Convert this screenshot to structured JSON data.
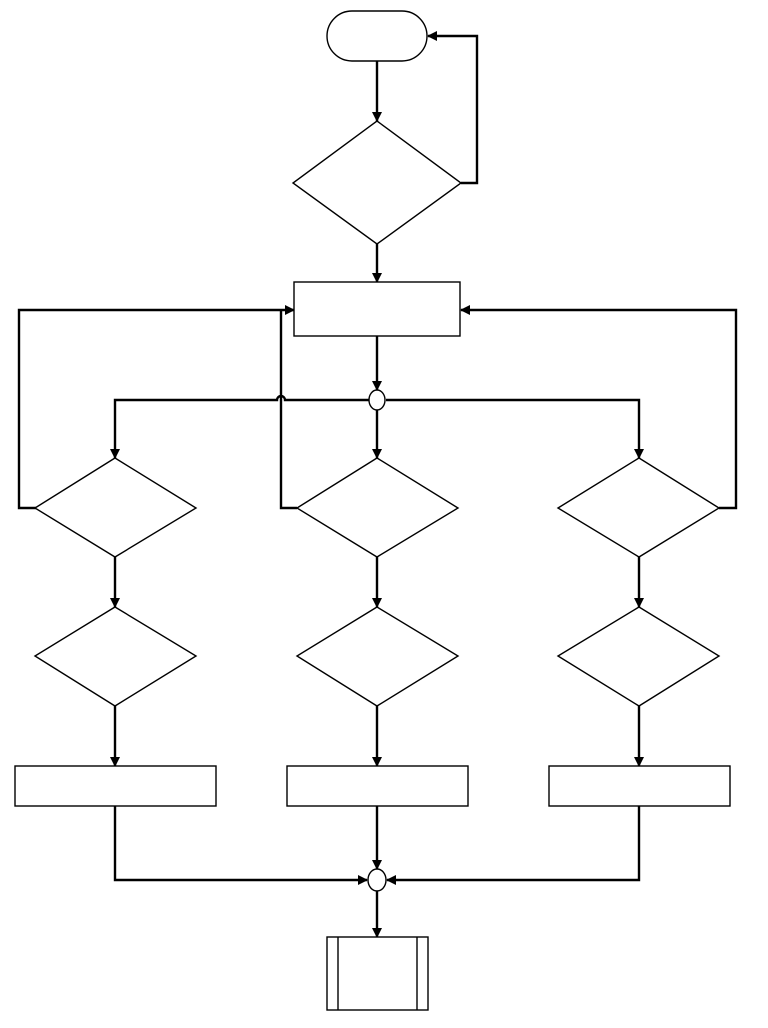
{
  "diagram": {
    "kind": "flowchart",
    "nodes": [
      {
        "id": "start",
        "shape": "terminator",
        "label": ""
      },
      {
        "id": "check-1",
        "shape": "decision",
        "label": ""
      },
      {
        "id": "process-main",
        "shape": "process",
        "label": ""
      },
      {
        "id": "fork",
        "shape": "junction",
        "label": ""
      },
      {
        "id": "left-check-1",
        "shape": "decision",
        "label": ""
      },
      {
        "id": "mid-check-1",
        "shape": "decision",
        "label": ""
      },
      {
        "id": "right-check-1",
        "shape": "decision",
        "label": ""
      },
      {
        "id": "left-check-2",
        "shape": "decision",
        "label": ""
      },
      {
        "id": "mid-check-2",
        "shape": "decision",
        "label": ""
      },
      {
        "id": "right-check-2",
        "shape": "decision",
        "label": ""
      },
      {
        "id": "left-process",
        "shape": "process",
        "label": ""
      },
      {
        "id": "mid-process",
        "shape": "process",
        "label": ""
      },
      {
        "id": "right-process",
        "shape": "process",
        "label": ""
      },
      {
        "id": "merge",
        "shape": "junction",
        "label": ""
      },
      {
        "id": "end",
        "shape": "predefined-process",
        "label": ""
      }
    ],
    "edges": [
      {
        "from": "start",
        "to": "check-1"
      },
      {
        "from": "check-1",
        "to": "start"
      },
      {
        "from": "check-1",
        "to": "process-main"
      },
      {
        "from": "process-main",
        "to": "fork"
      },
      {
        "from": "fork",
        "to": "left-check-1"
      },
      {
        "from": "fork",
        "to": "mid-check-1"
      },
      {
        "from": "fork",
        "to": "right-check-1"
      },
      {
        "from": "left-check-1",
        "to": "process-main"
      },
      {
        "from": "mid-check-1",
        "to": "process-main"
      },
      {
        "from": "right-check-1",
        "to": "process-main"
      },
      {
        "from": "left-check-1",
        "to": "left-check-2"
      },
      {
        "from": "mid-check-1",
        "to": "mid-check-2"
      },
      {
        "from": "right-check-1",
        "to": "right-check-2"
      },
      {
        "from": "left-check-2",
        "to": "left-process"
      },
      {
        "from": "mid-check-2",
        "to": "mid-process"
      },
      {
        "from": "right-check-2",
        "to": "right-process"
      },
      {
        "from": "left-process",
        "to": "merge"
      },
      {
        "from": "mid-process",
        "to": "merge"
      },
      {
        "from": "right-process",
        "to": "merge"
      },
      {
        "from": "merge",
        "to": "end"
      }
    ]
  }
}
